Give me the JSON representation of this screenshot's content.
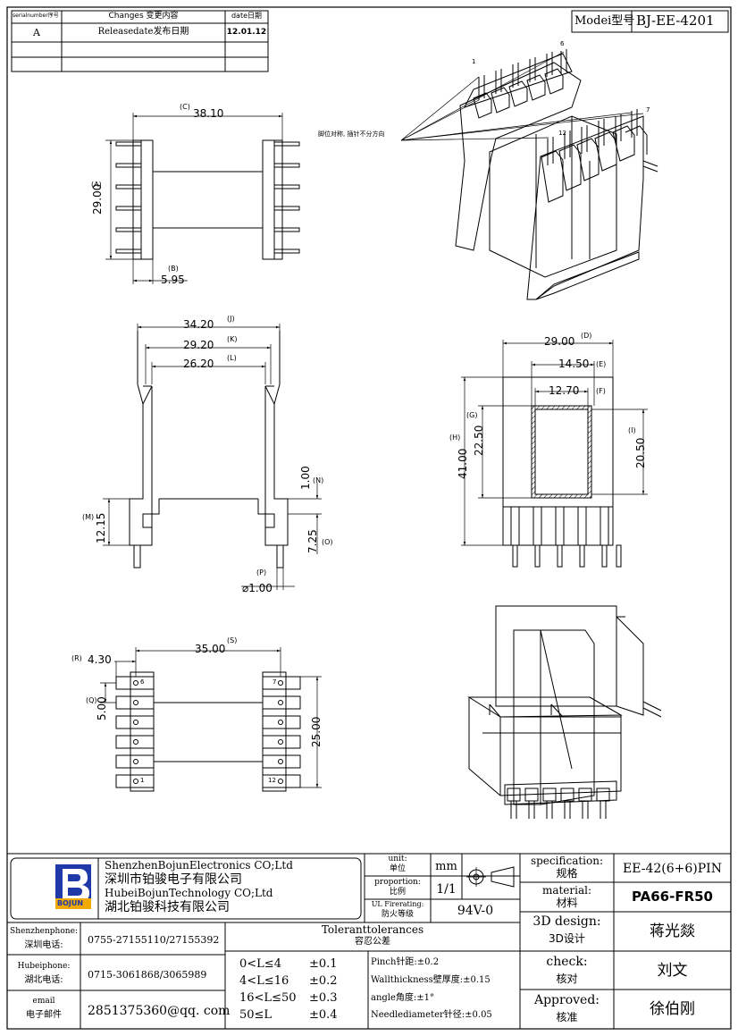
{
  "revision_table": {
    "headers": [
      "serialnumber序号",
      "Changes 变更内容",
      "date日期"
    ],
    "rows": [
      [
        "A",
        "Releasedate发布日期",
        "12.01.12"
      ]
    ]
  },
  "model": {
    "label": "Modei型号",
    "value": "BJ-EE-4201"
  },
  "top_view": {
    "width": "38.10",
    "width_tag": "(C)",
    "height": "29.00",
    "height_tag": "(A)",
    "pin_offset": "5.95",
    "pin_offset_tag": "(B)"
  },
  "iso_note": "脚位对称, 插针不分方向",
  "pin_numbers": {
    "a": "1",
    "b": "6",
    "c": "7",
    "d": "12"
  },
  "front_view": {
    "j": "34.20",
    "j_tag": "(J)",
    "k": "29.20",
    "k_tag": "(K)",
    "l": "26.20",
    "l_tag": "(L)",
    "m": "12.15",
    "m_tag": "(M)",
    "n": "1.00",
    "n_tag": "(N)",
    "o": "7.25",
    "o_tag": "(O)",
    "p": "⌀1.00",
    "p_tag": "(P)"
  },
  "side_view": {
    "d": "29.00",
    "d_tag": "(D)",
    "e": "14.50",
    "e_tag": "(E)",
    "f": "12.70",
    "f_tag": "(F)",
    "g": "22.50",
    "g_tag": "(G)",
    "h": "41.00",
    "h_tag": "(H)",
    "i": "20.50",
    "i_tag": "(I)"
  },
  "bottom_view": {
    "s": "35.00",
    "s_tag": "(S)",
    "r": "4.30",
    "r_tag": "(R)",
    "q": "5.00",
    "q_tag": "(Q)",
    "v": "25.00",
    "pin_labels": {
      "p6": "6",
      "p1": "1",
      "p7": "7",
      "p12": "12"
    }
  },
  "title_block": {
    "company_en_1": "ShenzhenBojunElectronics CO;Ltd",
    "company_cn_1": "深圳市铂骏电子有限公司",
    "company_en_2": "HubeiBojunTechnology CO;Ltd",
    "company_cn_2": "湖北铂骏科技有限公司",
    "logo_text": "BOJUN",
    "unit_label_en": "unit:",
    "unit_label_cn": "单位",
    "unit_value": "mm",
    "proportion_label_en": "proportion:",
    "proportion_label_cn": "比例",
    "proportion_value": "1/1",
    "ul_label_en": "UL Firerating:",
    "ul_label_cn": "防火等级",
    "ul_value": "94V-0",
    "spec_label_en": "specification:",
    "spec_label_cn": "规格",
    "spec_value": "EE-42(6+6)PIN",
    "material_label_en": "material:",
    "material_label_cn": "材料",
    "material_value": "PA66-FR50",
    "design_label_en": "3D design:",
    "design_label_cn": "3D设计",
    "design_value": "蒋光燚",
    "check_label_en": "check:",
    "check_label_cn": "核对",
    "check_value": "刘文",
    "approved_label_en": "Approved:",
    "approved_label_cn": "核准",
    "approved_value": "徐伯刚",
    "sz_phone_label_en": "Shenzhenphone:",
    "sz_phone_label_cn": "深圳电话:",
    "sz_phone": "0755-27155110/27155392",
    "hb_phone_label_en": "Hubeiphone:",
    "hb_phone_label_cn": "湖北电话:",
    "hb_phone": "0715-3061868/3065989",
    "email_label_en": "email",
    "email_label_cn": "电子邮件",
    "email": "2851375360@qq. com",
    "tol_title_en": "Toleranttolerances",
    "tol_title_cn": "容忍公差",
    "tolerances": [
      {
        "range": "0<L≤4",
        "value": "±0.1"
      },
      {
        "range": "4<L≤16",
        "value": "±0.2"
      },
      {
        "range": "16<L≤50",
        "value": "±0.3"
      },
      {
        "range": "50≤L",
        "value": "±0.4"
      }
    ],
    "notes": [
      "Pinch针距:±0.2",
      "Wallthickness壁厚度:±0.15",
      "angle角度:±1°",
      "Needlediameter针径:±0.05"
    ]
  }
}
